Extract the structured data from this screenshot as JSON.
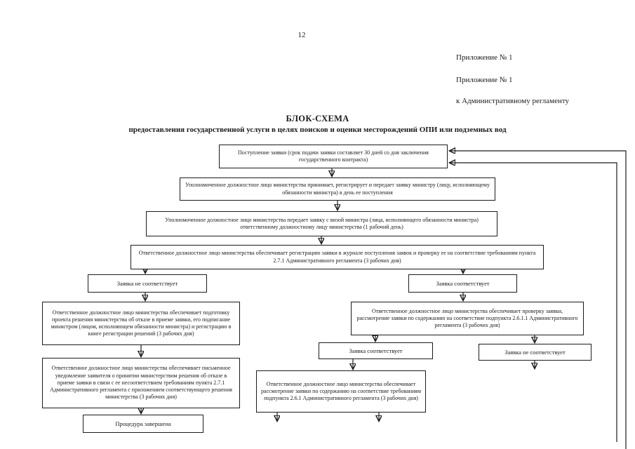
{
  "colors": {
    "ink": "#1b1b1b",
    "paper": "#ffffff"
  },
  "page": {
    "number": "12",
    "annex_line_1": "Приложение № 1",
    "annex_line_2": "Приложение № 1",
    "annex_line_3": "к Административному регламенту",
    "title": "БЛОК-СХЕМА",
    "subtitle": "предоставления государственной услуги в целях поисков и оценки месторождений ОПИ или подземных вод"
  },
  "flowchart": {
    "nodes": [
      {
        "id": "intake",
        "text": "Поступление заявки (срок подачи заявки составляет 30 дней со дня заключения государственного контракта)"
      },
      {
        "id": "register-transfer",
        "text": "Уполномоченное должностное лицо министерства принимает, регистрирует и передает заявку министру (лицу, исполняющему обязанности министра) в день ее поступления"
      },
      {
        "id": "transfer-with-visa",
        "text": "Уполномоченное должностное лицо министерства передает заявку с визой министра (лица, исполняющего обязанности министра) ответственному должностному лицу министерства (1 рабочий день)"
      },
      {
        "id": "journal-registration-check",
        "text": "Ответственное должностное лицо министерства обеспечивает регистрацию заявки в журнале поступления заявок и проверку ее на соответствие требованиям пункта 2.7.1 Административного регламента (3 рабочих дня)"
      },
      {
        "id": "left-not-conforms",
        "text": "Заявка не соответствует"
      },
      {
        "id": "right-conforms",
        "text": "Заявка соответствует"
      },
      {
        "id": "refusal-decision",
        "text": "Ответственное должностное лицо министерства обеспечивает подготовку проекта решения министерства об отказе в приеме заявки, его подписание министром (лицом, исполняющем обязанности министра) и регистрацию в книге регистрации решений (3 рабочих дня)"
      },
      {
        "id": "content-check",
        "text": "Ответственное должностное лицо министерства обеспечивает проверку заявки, рассмотрение заявки по содержанию на соответствие подпункта 2.6.1.1 Административного регламента (3 рабочих дня)"
      },
      {
        "id": "sub-conforms",
        "text": "Заявка соответствует"
      },
      {
        "id": "sub-not-conforms",
        "text": "Заявка не соответствует"
      },
      {
        "id": "refusal-notification",
        "text": "Ответственное должностное лицо министерства обеспечивает письменное уведомление заявителя о принятии министерством решения об отказе в приеме заявки в связи с ее несоответствием требованиям пункта 2.7.1 Административного регламента с приложением соответствующего решения министерства (3 рабочих дня)"
      },
      {
        "id": "content-review",
        "text": "Ответственное должностное лицо министерства обеспечивает рассмотрение заявки по содержанию на соответствие требованиям подпункта 2.6.1 Административного регламента (3 рабочих дня)"
      },
      {
        "id": "procedure-complete",
        "text": "Процедура завершена"
      }
    ]
  }
}
